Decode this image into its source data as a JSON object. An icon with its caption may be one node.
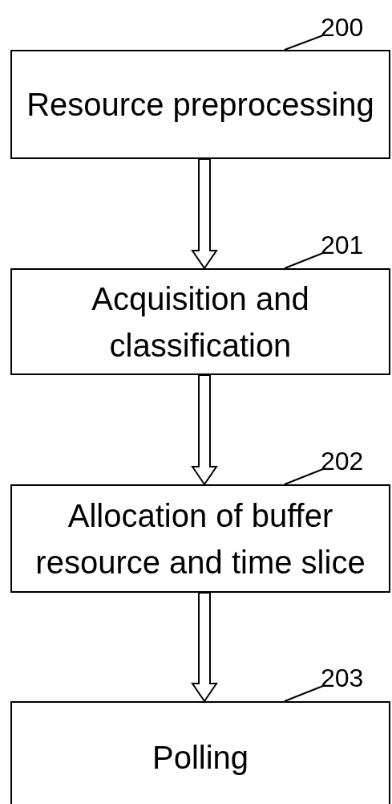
{
  "diagram": {
    "nodes": [
      {
        "text": [
          "200"
        ]
      },
      {
        "text": [
          "Resource preprocessing"
        ]
      },
      {
        "text": [
          "201"
        ]
      },
      {
        "text": [
          "Acquisition and classification"
        ]
      },
      {
        "text": [
          "202"
        ]
      },
      {
        "text": [
          "Allocation of buffer resource and time slice"
        ]
      },
      {
        "text": [
          "203"
        ]
      },
      {
        "text": [
          "Polling"
        ]
      }
    ],
    "edges": [
      {
        "from": 0,
        "to": 1,
        "arrow": "none"
      },
      {
        "from": 1,
        "to": 3,
        "arrow": "to"
      },
      {
        "from": 2,
        "to": 3,
        "arrow": "none"
      },
      {
        "from": 3,
        "to": 5,
        "arrow": "to"
      },
      {
        "from": 4,
        "to": 5,
        "arrow": "none"
      },
      {
        "from": 5,
        "to": 7,
        "arrow": "to"
      },
      {
        "from": 6,
        "to": 7,
        "arrow": "none"
      }
    ]
  }
}
